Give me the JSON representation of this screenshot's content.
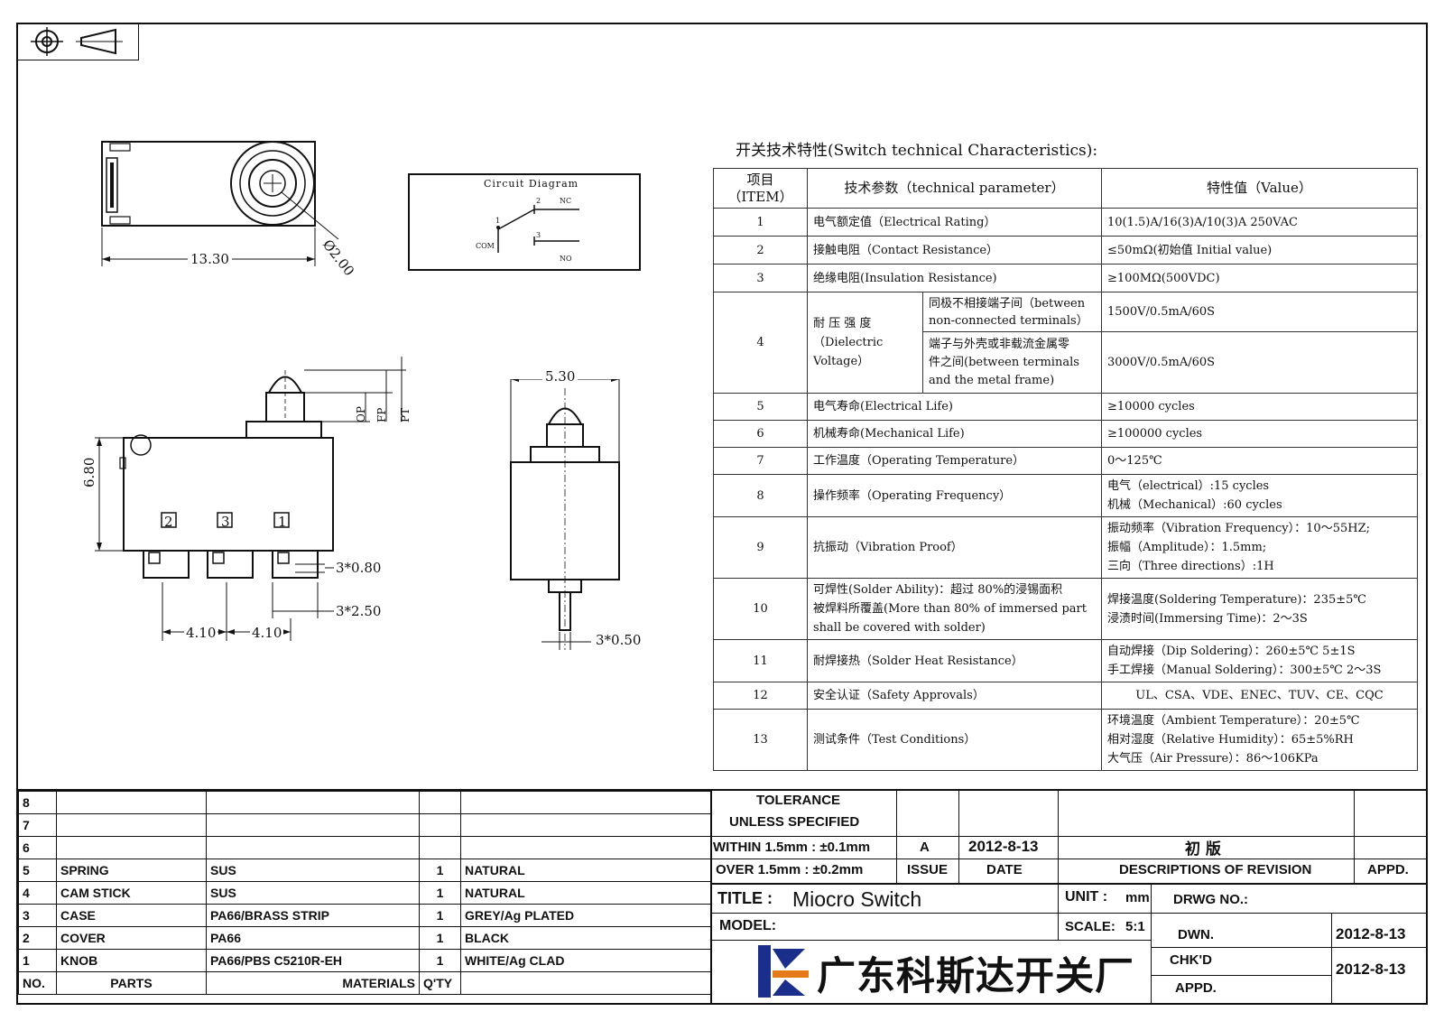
{
  "drawing": {
    "dim_width_top": "13.30",
    "dim_dia": "Ø2.00",
    "circuit_title": "Circuit Diagram",
    "circuit_labels": {
      "com": "COM",
      "nc": "NC",
      "no": "NO",
      "t1": "1",
      "t2": "2",
      "t3": "3"
    },
    "dim_height": "6.80",
    "dims_op": "OP",
    "dims_fp": "FP",
    "dims_pt": "PT",
    "terminal_labels": [
      "2",
      "3",
      "1"
    ],
    "dim_terminal_thick": "3*0.80",
    "dim_terminal_width": "3*2.50",
    "dim_pitch_1": "4.10",
    "dim_pitch_2": "4.10",
    "dim_side_width": "5.30",
    "dim_side_pin": "3*0.50"
  },
  "spec": {
    "title": "开关技术特性(Switch technical Characteristics):",
    "headers": {
      "item": "项目\n（ITEM）",
      "param": "技术参数（technical parameter）",
      "value": "特性值（Value）"
    },
    "rows": [
      {
        "item": "1",
        "param": "电气额定值（Electrical Rating）",
        "value": "10(1.5)A/16(3)A/10(3)A  250VAC"
      },
      {
        "item": "2",
        "param": "接触电阻（Contact  Resistance）",
        "value": "≤50mΩ(初始值 Initial value)"
      },
      {
        "item": "3",
        "param": "绝缘电阻(Insulation Resistance)",
        "value": "≥100MΩ(500VDC)"
      },
      {
        "item": "5",
        "param": "电气寿命(Electrical Life)",
        "value": "≥10000 cycles"
      },
      {
        "item": "6",
        "param": "机械寿命(Mechanical Life)",
        "value": "≥100000 cycles"
      },
      {
        "item": "7",
        "param": "工作温度（Operating Temperature）",
        "value": "0～125℃"
      }
    ],
    "row4": {
      "item": "4",
      "param": "耐 压 强 度\n（Dielectric\nVoltage）",
      "sub1": "同极不相接端子间（between\nnon-connected terminals）",
      "val1": "1500V/0.5mA/60S",
      "sub2": "端子与外壳或非载流金属零\n件之间(between terminals\nand the metal frame)",
      "val2": "3000V/0.5mA/60S"
    },
    "row8": {
      "item": "8",
      "param": "操作频率（Operating Frequency）",
      "value_1": "电气（electrical）:15 cycles",
      "value_2": "机械（Mechanical）:60 cycles"
    },
    "row9": {
      "item": "9",
      "param": "抗振动（Vibration Proof）",
      "value_1": "振动频率（Vibration Frequency）：10～55HZ;",
      "value_2": "振幅（Amplitude）：1.5mm;",
      "value_3": "三向（Three directions）:1H"
    },
    "row10": {
      "item": "10",
      "param_1": "可焊性(Solder Ability)：超过 80%的浸锡面积",
      "param_2": "被焊料所覆盖(More than 80% of immersed part",
      "param_3": "shall be covered with solder)",
      "value_1": "焊接温度(Soldering Temperature)：235±5℃",
      "value_2": "浸渍时间(Immersing Time)：2～3S"
    },
    "row11": {
      "item": "11",
      "param": "耐焊接热（Solder Heat Resistance）",
      "value_1": "自动焊接（Dip Soldering）：260±5℃ 5±1S",
      "value_2": "手工焊接（Manual Soldering）：300±5℃ 2～3S"
    },
    "row12": {
      "item": "12",
      "param": "安全认证（Safety Approvals）",
      "value": "UL、CSA、VDE、ENEC、TUV、CE、CQC"
    },
    "row13": {
      "item": "13",
      "param": "测试条件（Test Conditions）",
      "value_1": "环境温度（Ambient Temperature）：20±5℃",
      "value_2": "相对湿度（Relative Humidity）：65±5%RH",
      "value_3": "大气压（Air Pressure）：86～106KPa"
    }
  },
  "parts": {
    "rows": [
      {
        "no": "8",
        "part": "",
        "material": "",
        "qty": "",
        "finish": ""
      },
      {
        "no": "7",
        "part": "",
        "material": "",
        "qty": "",
        "finish": ""
      },
      {
        "no": "6",
        "part": "",
        "material": "",
        "qty": "",
        "finish": ""
      },
      {
        "no": "5",
        "part": "SPRING",
        "material": "SUS",
        "qty": "1",
        "finish": "NATURAL"
      },
      {
        "no": "4",
        "part": "CAM STICK",
        "material": "SUS",
        "qty": "1",
        "finish": "NATURAL"
      },
      {
        "no": "3",
        "part": "CASE",
        "material": "PA66/BRASS STRIP",
        "qty": "1",
        "finish": "GREY/Ag PLATED"
      },
      {
        "no": "2",
        "part": "COVER",
        "material": "PA66",
        "qty": "1",
        "finish": "BLACK"
      },
      {
        "no": "1",
        "part": "KNOB",
        "material": "PA66/PBS C5210R-EH",
        "qty": "1",
        "finish": "WHITE/Ag CLAD"
      }
    ],
    "footer": {
      "no": "NO.",
      "part": "PARTS",
      "material": "MATERIALS",
      "qty": "Q'TY"
    }
  },
  "titleblock": {
    "tolerance_1": "TOLERANCE",
    "tolerance_2": "UNLESS  SPECIFIED",
    "within": "WITHIN 1.5mm : ±0.1mm",
    "over": "OVER 1.5mm : ±0.2mm",
    "issue_val": "A",
    "date_val": "2012-8-13",
    "desc_val": "初 版",
    "issue": "ISSUE",
    "date": "DATE",
    "desc": "DESCRIPTIONS OF REVISION",
    "appd": "APPD.",
    "title_label": "TITLE :",
    "title_value": "Miocro Switch",
    "unit_label": "UNIT :",
    "unit_value": "mm",
    "drwg_no": "DRWG NO.:",
    "model": "MODEL:",
    "scale_label": "SCALE:",
    "scale_value": "5:1",
    "dwn": "DWN.",
    "dwn_date": "2012-8-13",
    "chkd": "CHK'D",
    "chkd_date": "2012-8-13",
    "appd2": "APPD.",
    "company": "广东科斯达开关厂",
    "logo_colors": {
      "blue": "#1a2e8c",
      "orange": "#e57a1a"
    }
  }
}
